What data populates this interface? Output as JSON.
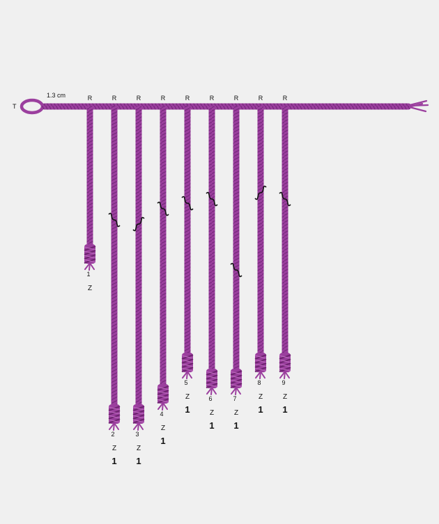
{
  "colors": {
    "background": "#f0f0f0",
    "cord": "#9b3f9e",
    "cord_dark": "#6e2370",
    "cord_light": "#b866ba",
    "break_mark": "#111111",
    "text": "#111111"
  },
  "primary_cord": {
    "end_label": "T",
    "spacing_label": "1.3 cm",
    "start_icon": "loop-icon",
    "end_icon": "frayed-end-icon"
  },
  "pendants": [
    {
      "number": "1",
      "attachment": "R",
      "twist": "Z",
      "knot_value": "",
      "has_break": false,
      "knot_type": "long-knot"
    },
    {
      "number": "2",
      "attachment": "R",
      "twist": "Z",
      "knot_value": "1",
      "has_break": true,
      "knot_type": "long-knot"
    },
    {
      "number": "3",
      "attachment": "R",
      "twist": "Z",
      "knot_value": "1",
      "has_break": true,
      "knot_type": "long-knot"
    },
    {
      "number": "4",
      "attachment": "R",
      "twist": "Z",
      "knot_value": "1",
      "has_break": true,
      "knot_type": "long-knot"
    },
    {
      "number": "5",
      "attachment": "R",
      "twist": "Z",
      "knot_value": "1",
      "has_break": true,
      "knot_type": "long-knot"
    },
    {
      "number": "6",
      "attachment": "R",
      "twist": "Z",
      "knot_value": "1",
      "has_break": true,
      "knot_type": "long-knot"
    },
    {
      "number": "7",
      "attachment": "R",
      "twist": "Z",
      "knot_value": "1",
      "has_break": true,
      "knot_type": "long-knot"
    },
    {
      "number": "8",
      "attachment": "R",
      "twist": "Z",
      "knot_value": "1",
      "has_break": true,
      "knot_type": "long-knot"
    },
    {
      "number": "9",
      "attachment": "R",
      "twist": "Z",
      "knot_value": "1",
      "has_break": true,
      "knot_type": "long-knot"
    }
  ]
}
